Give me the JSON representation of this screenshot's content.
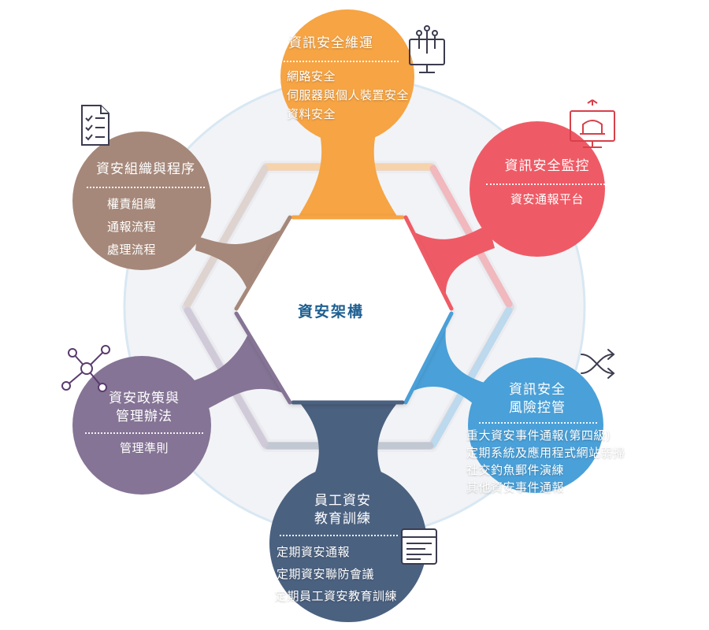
{
  "center": {
    "title": "資安架構"
  },
  "colors": {
    "orange": "#f6a444",
    "red": "#ee5b66",
    "blue": "#4aa0d8",
    "navy": "#4b6180",
    "purple": "#857495",
    "brown": "#a5887a",
    "icon_dark": "#3b3b4f",
    "icon_red": "#d8404a",
    "center_text": "#1d5f91"
  },
  "nodes": [
    {
      "key": "operations",
      "title_lines": [
        "資訊安全維運"
      ],
      "items": [
        "網路安全",
        "伺服器與個人裝置安全",
        "資料安全"
      ],
      "icon": "network-monitor-icon"
    },
    {
      "key": "monitoring",
      "title_lines": [
        "資訊安全監控"
      ],
      "items": [
        "資安通報平台"
      ],
      "icon": "alarm-monitor-icon"
    },
    {
      "key": "risk",
      "title_lines": [
        "資訊安全",
        "風險控管"
      ],
      "items": [
        "重大資安事件通報(第四級)",
        "定期系統及應用程式網站弱掃",
        "社交釣魚郵件演練",
        "其他資安事件通報"
      ],
      "icon": "shuffle-icon"
    },
    {
      "key": "training",
      "title_lines": [
        "員工資安",
        "教育訓練"
      ],
      "items": [
        "定期資安通報",
        "定期資安聯防會議",
        "定期員工資安教育訓練"
      ],
      "icon": "browser-window-icon"
    },
    {
      "key": "policy",
      "title_lines": [
        "資安政策與",
        "管理辦法"
      ],
      "items": [
        "管理準則"
      ],
      "icon": "node-network-icon"
    },
    {
      "key": "organization",
      "title_lines": [
        "資安組織與程序"
      ],
      "items": [
        "權責組織",
        "通報流程",
        "處理流程"
      ],
      "icon": "checklist-document-icon"
    }
  ]
}
